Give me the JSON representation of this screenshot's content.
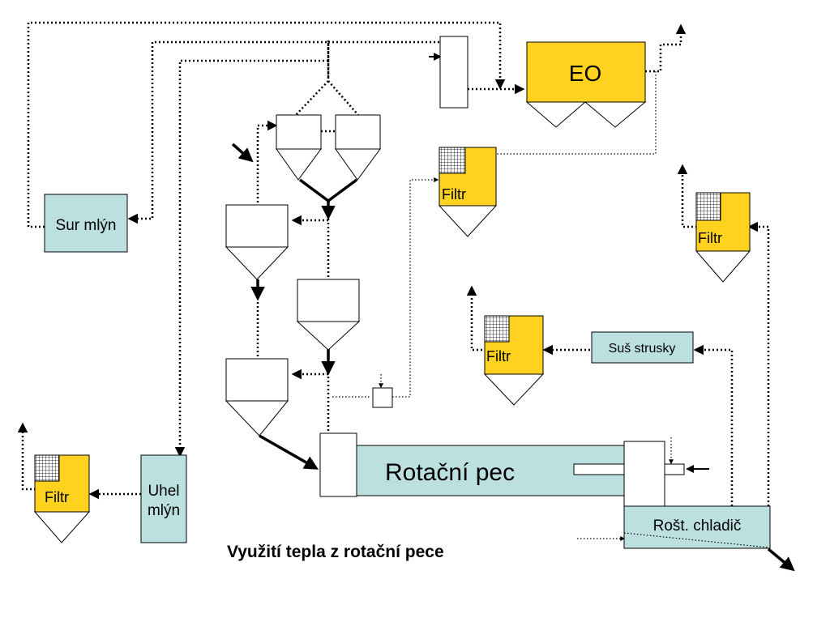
{
  "labels": {
    "eo": "EO",
    "filtr_top": "Filtr",
    "filtr_right": "Filtr",
    "filtr_middle": "Filtr",
    "filtr_left": "Filtr",
    "sur_mlyn": "Sur mlýn",
    "uhel_mlyn_line1": "Uhel",
    "uhel_mlyn_line2": "mlýn",
    "sus_strusky": "Suš strusky",
    "rotacni_pec": "Rotační pec",
    "rost_chladic": "Rošt. chladič",
    "caption": "Využití tepla z rotační pece"
  },
  "colors": {
    "yellow": "#FFD21F",
    "teal": "#BCE0E0",
    "white": "#FFFFFF",
    "line": "#000000"
  },
  "icons": [
    "arrow-up-icon",
    "arrow-right-icon",
    "arrow-left-icon",
    "arrow-down-icon",
    "grid-pattern-icon"
  ]
}
